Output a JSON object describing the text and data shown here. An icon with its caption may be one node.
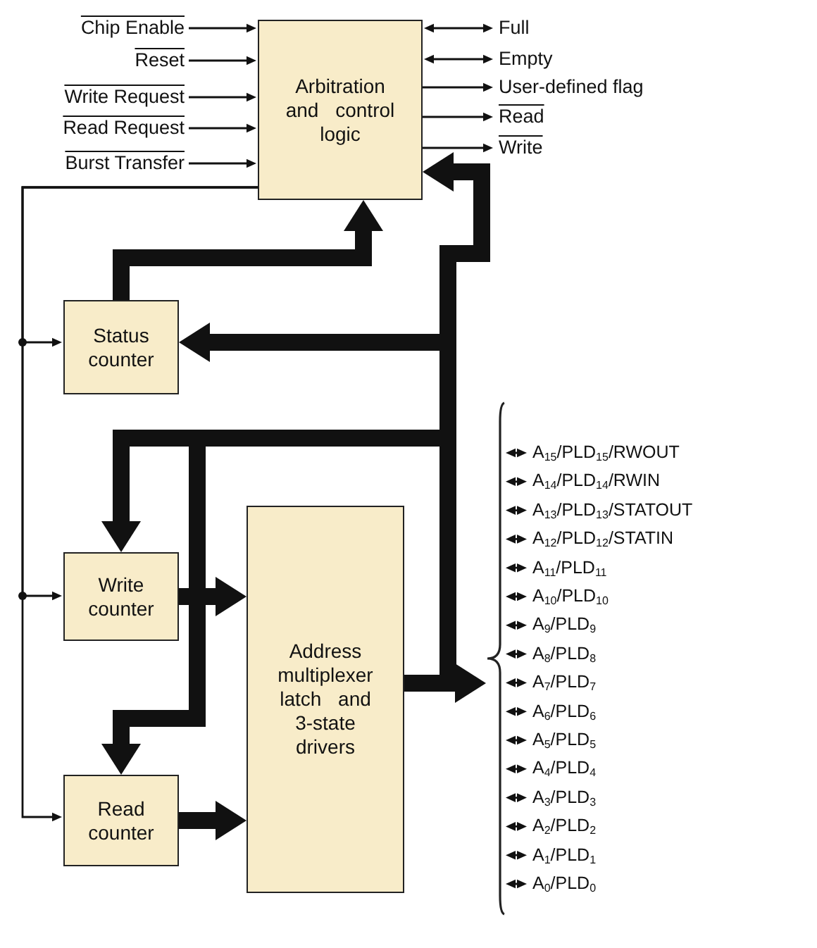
{
  "diagram": {
    "nodes": [
      {
        "text": [
          "Chip Enable"
        ]
      },
      {
        "text": [
          "Reset"
        ]
      },
      {
        "text": [
          "Write Request"
        ]
      },
      {
        "text": [
          "Read Request"
        ]
      },
      {
        "text": [
          "Burst Transfer"
        ]
      },
      {
        "text": [
          "Arbitration and control logic"
        ]
      },
      {
        "text": [
          "Full"
        ]
      },
      {
        "text": [
          "Empty"
        ]
      },
      {
        "text": [
          "User-defined flag"
        ]
      },
      {
        "text": [
          "Read"
        ]
      },
      {
        "text": [
          "Write"
        ]
      },
      {
        "text": [
          "Status counter"
        ]
      },
      {
        "text": [
          "Write counter"
        ]
      },
      {
        "text": [
          "Address multiplexer latch and 3-state drivers"
        ]
      },
      {
        "text": [
          "Read counter"
        ]
      },
      {
        "text": [],
        "shape": "bracket"
      },
      {
        "text": [
          "A$_{15}$/PLD$_{15}$/RWOUT"
        ]
      },
      {
        "text": [
          "A$_{14}$/PLD$_{14}$/RWIN"
        ]
      },
      {
        "text": [
          "A$_{13}$/PLD$_{13}$/STATOUT"
        ]
      },
      {
        "text": [
          "A$_{12}$/PLD$_{12}$/STATIN"
        ]
      },
      {
        "text": [
          "A$_{11}$/PLD$_{11}$"
        ]
      },
      {
        "text": [
          "A$_{10}$/PLD$_{10}$"
        ]
      },
      {
        "text": [
          "A$_{9}$/PLD$_{9}$"
        ]
      },
      {
        "text": [
          "A$_{8}$/PLD$_{8}$"
        ]
      },
      {
        "text": [
          "A$_{7}$/PLD$_{7}$"
        ]
      },
      {
        "text": [
          "A$_{6}$/PLD$_{6}$"
        ]
      },
      {
        "text": [
          "A$_{5}$/PLD$_{5}$"
        ]
      },
      {
        "text": [
          "A$_{4}$/PLD$_{4}$"
        ]
      },
      {
        "text": [
          "A$_{3}$/PLD$_{3}$"
        ]
      },
      {
        "text": [
          "A$_{2}$/PLD$_{2}$"
        ]
      },
      {
        "text": [
          "A$_{1}$/PLD$_{1}$"
        ]
      },
      {
        "text": [
          "A$_{0}$/PLD$_{0}$"
        ]
      }
    ],
    "edges": [
      {
        "from": 0,
        "to": 5,
        "arrow": "to"
      },
      {
        "from": 1,
        "to": 5,
        "arrow": "to"
      },
      {
        "from": 2,
        "to": 5,
        "arrow": "to"
      },
      {
        "from": 3,
        "to": 5,
        "arrow": "to"
      },
      {
        "from": 4,
        "to": 5,
        "arrow": "to"
      },
      {
        "from": 5,
        "to": 6,
        "arrow": "both"
      },
      {
        "from": 5,
        "to": 7,
        "arrow": "both"
      },
      {
        "from": 5,
        "to": 8,
        "arrow": "to"
      },
      {
        "from": 5,
        "to": 9,
        "arrow": "to"
      },
      {
        "from": 5,
        "to": 10,
        "arrow": "to"
      },
      {
        "from": 5,
        "to": 11,
        "arrow": "to"
      },
      {
        "from": 5,
        "to": 12,
        "arrow": "to"
      },
      {
        "from": 5,
        "to": 14,
        "arrow": "to"
      },
      {
        "from": 11,
        "to": 5,
        "arrow": "to",
        "style": "thick"
      },
      {
        "from": 13,
        "to": 15,
        "arrow": "to",
        "style": "thick"
      },
      {
        "from": 13,
        "to": 5,
        "arrow": "to",
        "style": "thick"
      },
      {
        "from": 13,
        "to": 11,
        "arrow": "to",
        "style": "thick"
      },
      {
        "from": 13,
        "to": 12,
        "arrow": "to",
        "style": "thick"
      },
      {
        "from": 13,
        "to": 14,
        "arrow": "to",
        "style": "thick"
      },
      {
        "from": 12,
        "to": 13,
        "arrow": "to",
        "style": "thick"
      },
      {
        "from": 14,
        "to": 13,
        "arrow": "to",
        "style": "thick"
      },
      {
        "from": 15,
        "to": 16,
        "arrow": "both"
      },
      {
        "from": 15,
        "to": 17,
        "arrow": "both"
      },
      {
        "from": 15,
        "to": 18,
        "arrow": "both"
      },
      {
        "from": 15,
        "to": 19,
        "arrow": "both"
      },
      {
        "from": 15,
        "to": 20,
        "arrow": "both"
      },
      {
        "from": 15,
        "to": 21,
        "arrow": "both"
      },
      {
        "from": 15,
        "to": 22,
        "arrow": "both"
      },
      {
        "from": 15,
        "to": 23,
        "arrow": "both"
      },
      {
        "from": 15,
        "to": 24,
        "arrow": "both"
      },
      {
        "from": 15,
        "to": 25,
        "arrow": "both"
      },
      {
        "from": 15,
        "to": 26,
        "arrow": "both"
      },
      {
        "from": 15,
        "to": 27,
        "arrow": "both"
      },
      {
        "from": 15,
        "to": 28,
        "arrow": "both"
      },
      {
        "from": 15,
        "to": 29,
        "arrow": "both"
      },
      {
        "from": 15,
        "to": 30,
        "arrow": "both"
      },
      {
        "from": 15,
        "to": 31,
        "arrow": "both"
      }
    ]
  }
}
